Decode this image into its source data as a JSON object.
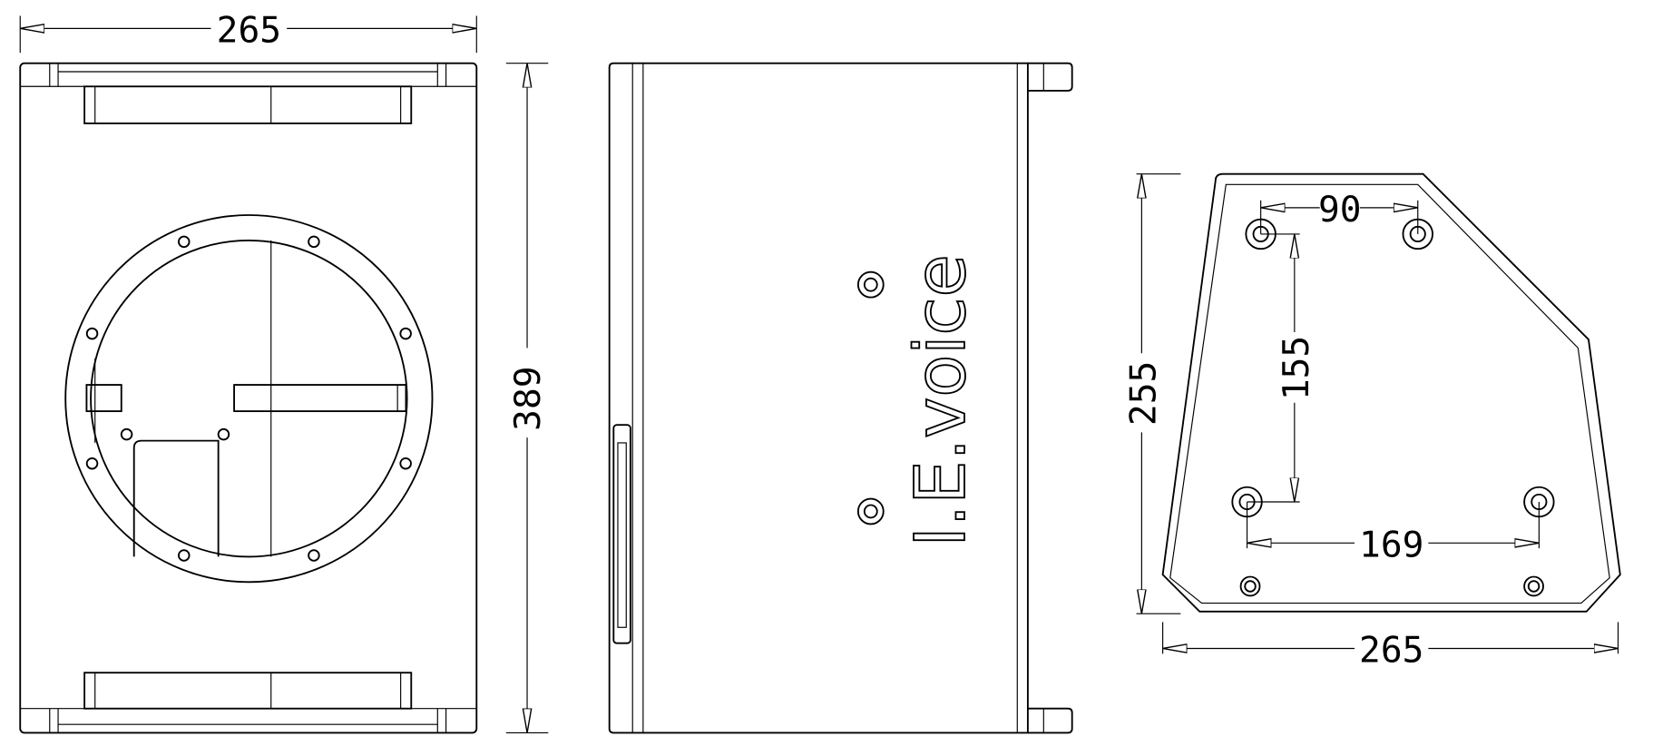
{
  "front_view": {
    "width_dim": "265",
    "height_dim": "389"
  },
  "side_view": {
    "brand_text": "I.E.voice"
  },
  "bottom_view": {
    "depth_dim": "255",
    "width_dim": "265",
    "top_hole_spacing": "90",
    "hole_row_spacing": "155",
    "bottom_hole_spacing": "169"
  },
  "colors": {
    "line": "#000000",
    "background": "#ffffff"
  }
}
